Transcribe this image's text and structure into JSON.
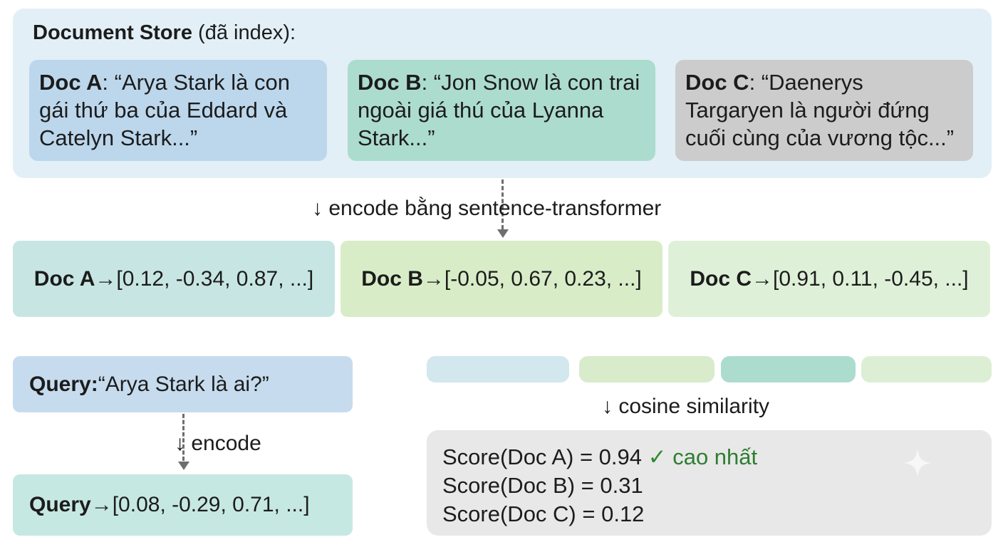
{
  "store": {
    "title_bold": "Document Store",
    "title_rest": " (đã index):",
    "docs": [
      {
        "name": "Doc A",
        "text": ": “Arya Stark là con gái thứ ba của Eddard và Catelyn Stark...”"
      },
      {
        "name": "Doc B",
        "text": ": “Jon Snow là con trai ngoài giá thú của Lyanna Stark...”"
      },
      {
        "name": "Doc C",
        "text": ": “Daenerys Targaryen là người đứng cuối cùng của vương tộc...”"
      }
    ]
  },
  "encode_label": "↓ encode bằng sentence-transformer",
  "vectors": [
    {
      "name": "Doc A",
      "arrow": " → ",
      "vector": "[0.12, -0.34, 0.87, ...]"
    },
    {
      "name": "Doc B",
      "arrow": " → ",
      "vector": "[-0.05, 0.67, 0.23, ...]"
    },
    {
      "name": "Doc C",
      "arrow": " → ",
      "vector": "[0.91, 0.11, -0.45, ...]"
    }
  ],
  "query": {
    "label": "Query:",
    "text": " “Arya Stark là ai?”",
    "encode_label": "↓ encode",
    "vec_label": "Query",
    "vec_arrow": " → ",
    "vector": "[0.08, -0.29, 0.71, ...]"
  },
  "similarity_label": "↓ cosine similarity",
  "scores": [
    {
      "text": "Score(Doc A) = 0.94",
      "check": " ✓",
      "note": " cao nhất"
    },
    {
      "text": "Score(Doc B) = 0.31"
    },
    {
      "text": "Score(Doc C) = 0.12"
    }
  ],
  "colors": {
    "store_bg": "#e2eff7",
    "doc_a": "#bcd7ec",
    "doc_b": "#acdccd",
    "doc_c": "#cccccc",
    "highlight_green": "#2e7d32"
  }
}
